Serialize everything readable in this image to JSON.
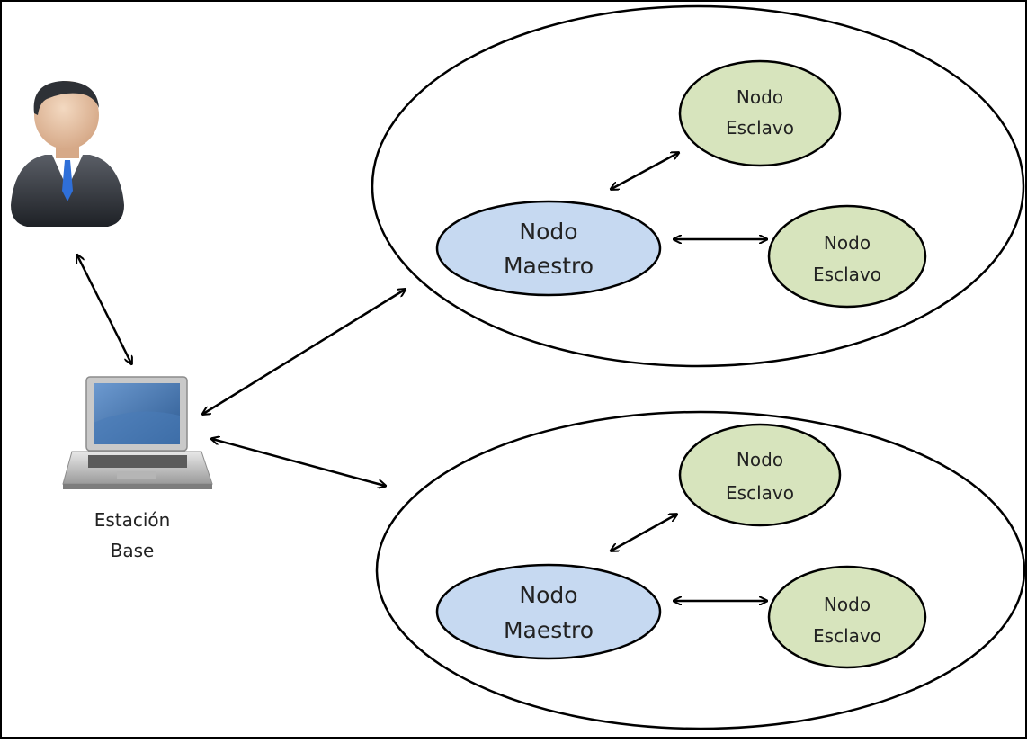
{
  "station": {
    "label_line1": "Estación",
    "label_line2": "Base"
  },
  "clusters": [
    {
      "master": {
        "line1": "Nodo",
        "line2": "Maestro"
      },
      "slaves": [
        {
          "line1": "Nodo",
          "line2": "Esclavo"
        },
        {
          "line1": "Nodo",
          "line2": "Esclavo"
        }
      ]
    },
    {
      "master": {
        "line1": "Nodo",
        "line2": "Maestro"
      },
      "slaves": [
        {
          "line1": "Nodo",
          "line2": "Esclavo"
        },
        {
          "line1": "Nodo",
          "line2": "Esclavo"
        }
      ]
    }
  ],
  "colors": {
    "master_fill": "#c6d9f1",
    "slave_fill": "#d7e4bd",
    "stroke": "#000000",
    "laptop_screen": "#3f6fa8"
  },
  "icons": {
    "user": "user-icon",
    "laptop": "laptop-icon"
  }
}
